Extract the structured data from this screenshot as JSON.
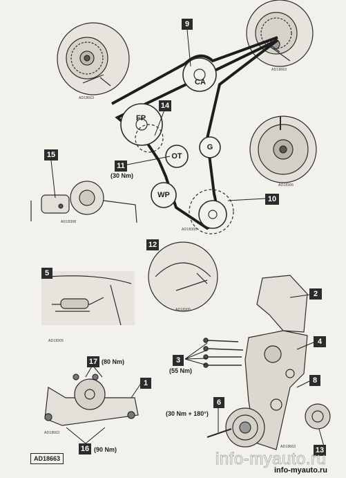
{
  "callouts": {
    "c9": "9",
    "c14": "14",
    "c15": "15",
    "c11": "11",
    "c10": "10",
    "c12": "12",
    "c5": "5",
    "c2": "2",
    "c4": "4",
    "c3": "3",
    "c17": "17",
    "c1": "1",
    "c8": "8",
    "c6": "6",
    "c16": "16",
    "c13": "13"
  },
  "torques": {
    "t11": "(30 Nm)",
    "t17": "(80 Nm)",
    "t3": "(55 Nm)",
    "t6": "(30 Nm + 180°)",
    "t16": "(90 Nm)"
  },
  "pulleys": {
    "ca": "CA",
    "fp": "FP",
    "g": "G",
    "ot": "OT",
    "wp": "WP"
  },
  "refs": {
    "r1": "AD18663",
    "r2": "AD18663",
    "r3": "AD18306",
    "r4": "AD18308",
    "r5": "AD18305",
    "r6": "AD18305",
    "r7": "AD18305",
    "r8": "AD18663",
    "r9": "AD18663"
  },
  "figure_id": "AD18663",
  "watermark": {
    "main": "info-myauto.ru",
    "small": "info-myauto.ru"
  }
}
